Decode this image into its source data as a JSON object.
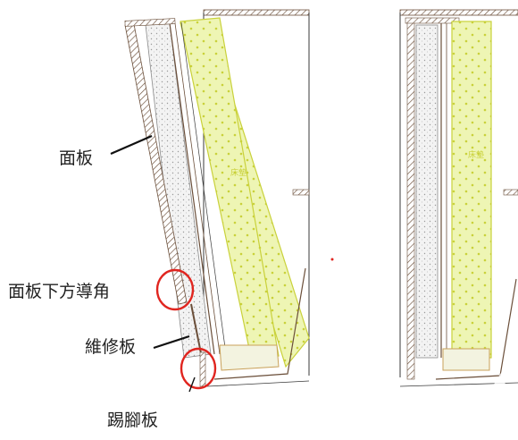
{
  "labels": {
    "panel": "面板",
    "panel_bottom_chamfer": "面板下方導角",
    "maintenance_panel": "維修板",
    "kick_plate": "踢腳板"
  },
  "interior_marks": {
    "left": "床墊",
    "right": "床墊"
  },
  "colors": {
    "drawing_line": "#6b4f3a",
    "dark_outline": "#3a3a3a",
    "yellow_fill": "#e9f2a0",
    "yellow_line": "#c9d13a",
    "concrete_fill": "#f1f1f1",
    "highlight_circle": "#e0251f",
    "label_text": "#222222",
    "leader_line": "#111111",
    "watermark": "#ffffff"
  }
}
